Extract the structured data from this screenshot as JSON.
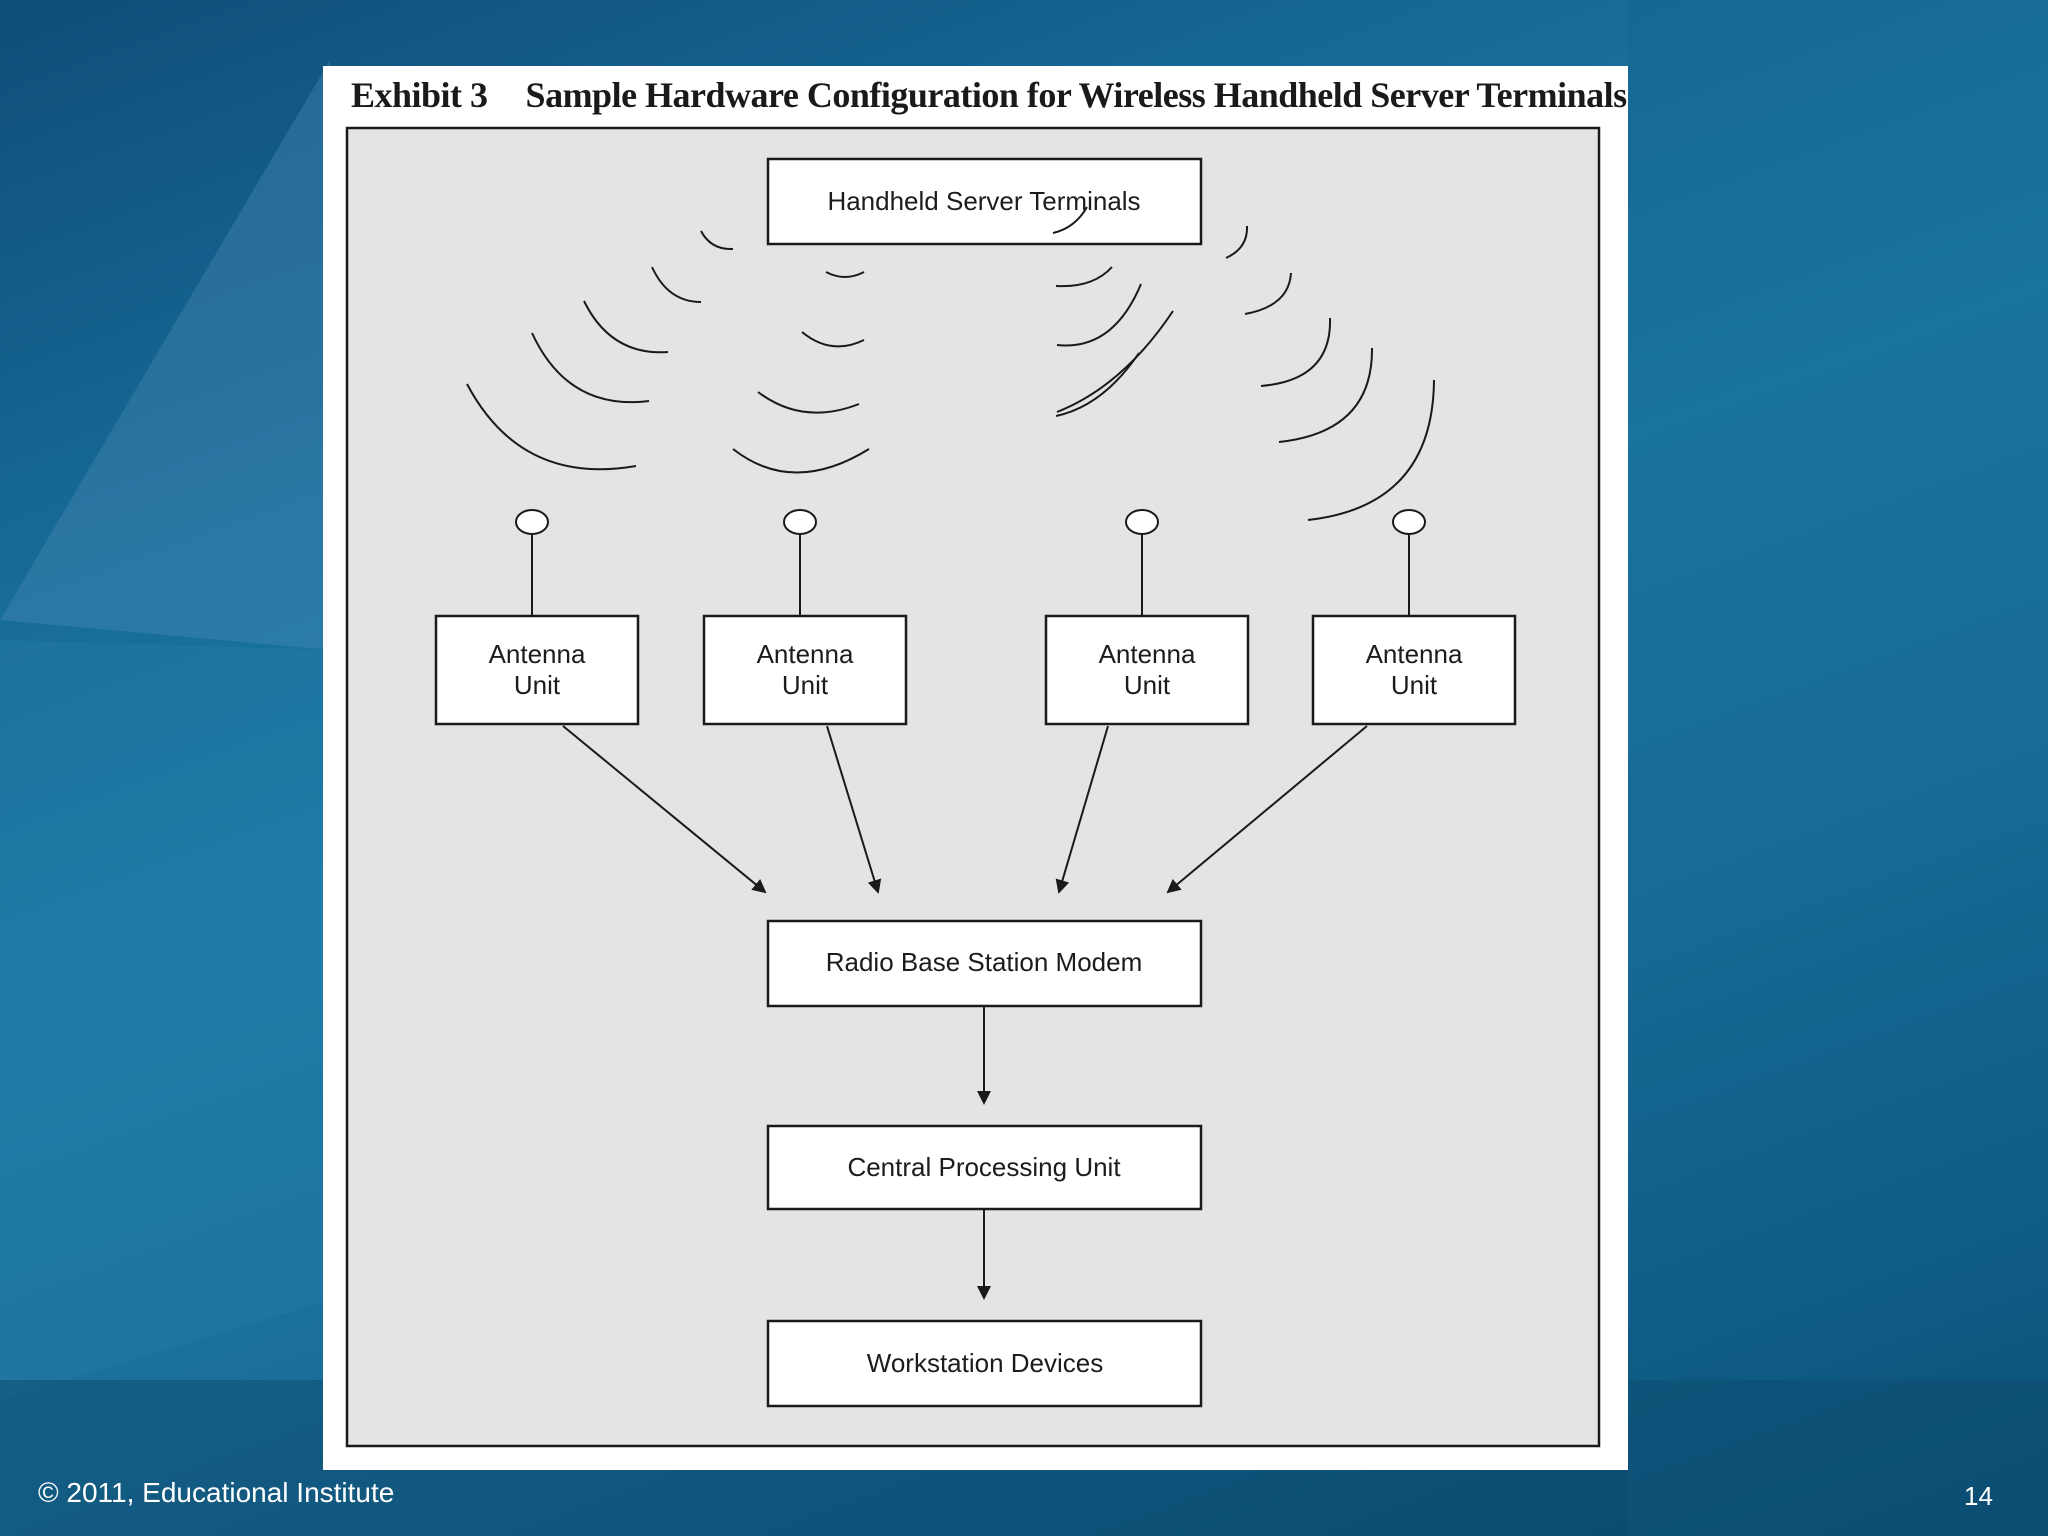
{
  "exhibit": {
    "number": "Exhibit 3",
    "title": "Sample Hardware Configuration for Wireless Handheld Server Terminals"
  },
  "diagram": {
    "terminals": "Handheld Server Terminals",
    "antenna_units": [
      {
        "line1": "Antenna",
        "line2": "Unit"
      },
      {
        "line1": "Antenna",
        "line2": "Unit"
      },
      {
        "line1": "Antenna",
        "line2": "Unit"
      },
      {
        "line1": "Antenna",
        "line2": "Unit"
      }
    ],
    "modem": "Radio Base Station Modem",
    "cpu": "Central Processing Unit",
    "workstations": "Workstation Devices"
  },
  "footer": {
    "copyright": "© 2011, Educational Institute",
    "page_number": "14"
  },
  "colors": {
    "background_blue": "#176a97",
    "diagram_fill": "#e4e3e6",
    "box_fill": "#ffffff",
    "line": "#1a1a1a"
  }
}
